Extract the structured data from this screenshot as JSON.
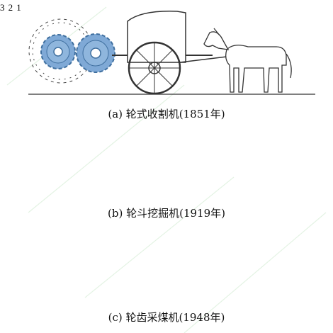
{
  "captions": {
    "a": "(a) 轮式收割机(1851年)",
    "b": "(b) 轮斗挖掘机(1919年)",
    "c": "(c) 轮齿采煤机(1948年)"
  },
  "callouts": [
    "3",
    "2",
    "1"
  ],
  "colors": {
    "gear_blue": "#7fa9d6",
    "gear_blue_dark": "#3f6f9f",
    "drum_green": "#2e8b3e",
    "line": "#333333",
    "watermark": "#cfe9cf"
  }
}
